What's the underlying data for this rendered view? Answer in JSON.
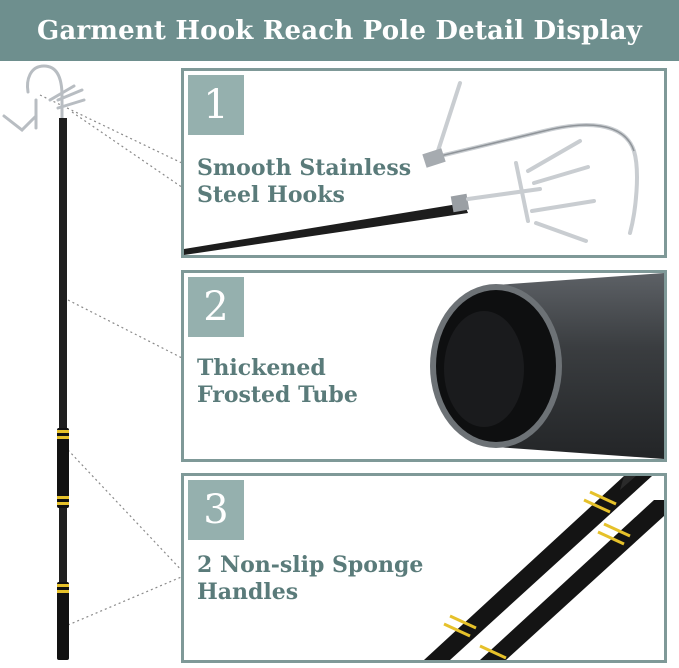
{
  "header": {
    "title": "Garment Hook Reach Pole Detail Display"
  },
  "features": [
    {
      "number": "1",
      "line1": "Smooth Stainless",
      "line2": "Steel Hooks",
      "illustration": "stainless-steel-hook-closeup"
    },
    {
      "number": "2",
      "line1": "Thickened",
      "line2": "Frosted Tube",
      "illustration": "frosted-tube-cross-section"
    },
    {
      "number": "3",
      "line1": "2 Non-slip Sponge",
      "line2": "Handles",
      "illustration": "sponge-handles-closeup"
    }
  ],
  "colors": {
    "header_bg": "#6e8f8e",
    "panel_border": "#7f9998",
    "badge_bg": "#95b0ae",
    "label_text": "#5a7b7a",
    "pole": "#1f1f1f",
    "accent_yellow": "#e6c12a",
    "steel": "#c9cdd1"
  }
}
